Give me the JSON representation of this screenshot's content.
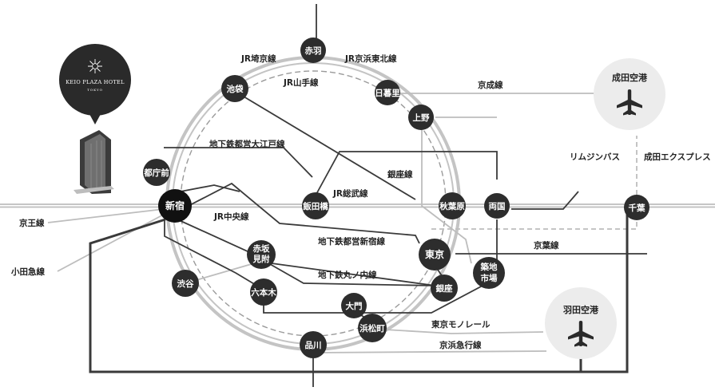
{
  "hotel": {
    "name": "KEIO PLAZA HOTEL",
    "city": "TOKYO"
  },
  "stations": {
    "akabane": "赤羽",
    "ikebukuro": "池袋",
    "nippori": "日暮里",
    "ueno": "上野",
    "tochomae": "都庁前",
    "shinjuku": "新宿",
    "iidabashi": "飯田橋",
    "akihabara": "秋葉原",
    "ryogoku": "両国",
    "tokyo": "東京",
    "akasaka_mitsuke": [
      "赤坂",
      "見附"
    ],
    "shibuya": "渋谷",
    "roppongi": "六本木",
    "ginza": "銀座",
    "tsukiji": [
      "築地",
      "市場"
    ],
    "daimon": "大門",
    "hamamatsucho": "浜松町",
    "shinagawa": "品川",
    "chiba": "千葉"
  },
  "lines": {
    "jr_saikyo": "JR埼京線",
    "jr_keihin_tohoku": "JR京浜東北線",
    "jr_yamanote": "JR山手線",
    "keisei": "京成線",
    "toei_oedo": "地下鉄都営大江戸線",
    "ginza_line": "銀座線",
    "jr_sobu": "JR総武線",
    "jr_chuo": "JR中央線",
    "toei_shinjuku": "地下鉄都営新宿線",
    "keiyo": "京葉線",
    "marunouchi": "地下鉄丸ノ内線",
    "keio": "京王線",
    "odakyu": "小田急線",
    "tokyo_monorail": "東京モノレール",
    "keikyu": "京浜急行線",
    "limousine_bus": "リムジンバス",
    "narita_express": "成田エクスプレス"
  },
  "airports": {
    "narita": "成田空港",
    "haneda": "羽田空港"
  },
  "colors": {
    "station": "#2d2d2d",
    "ring": "#bdbdbd",
    "line": "#3a3a3a",
    "light_line": "#bdbdbd",
    "airport_bg": "#ebebeb"
  }
}
